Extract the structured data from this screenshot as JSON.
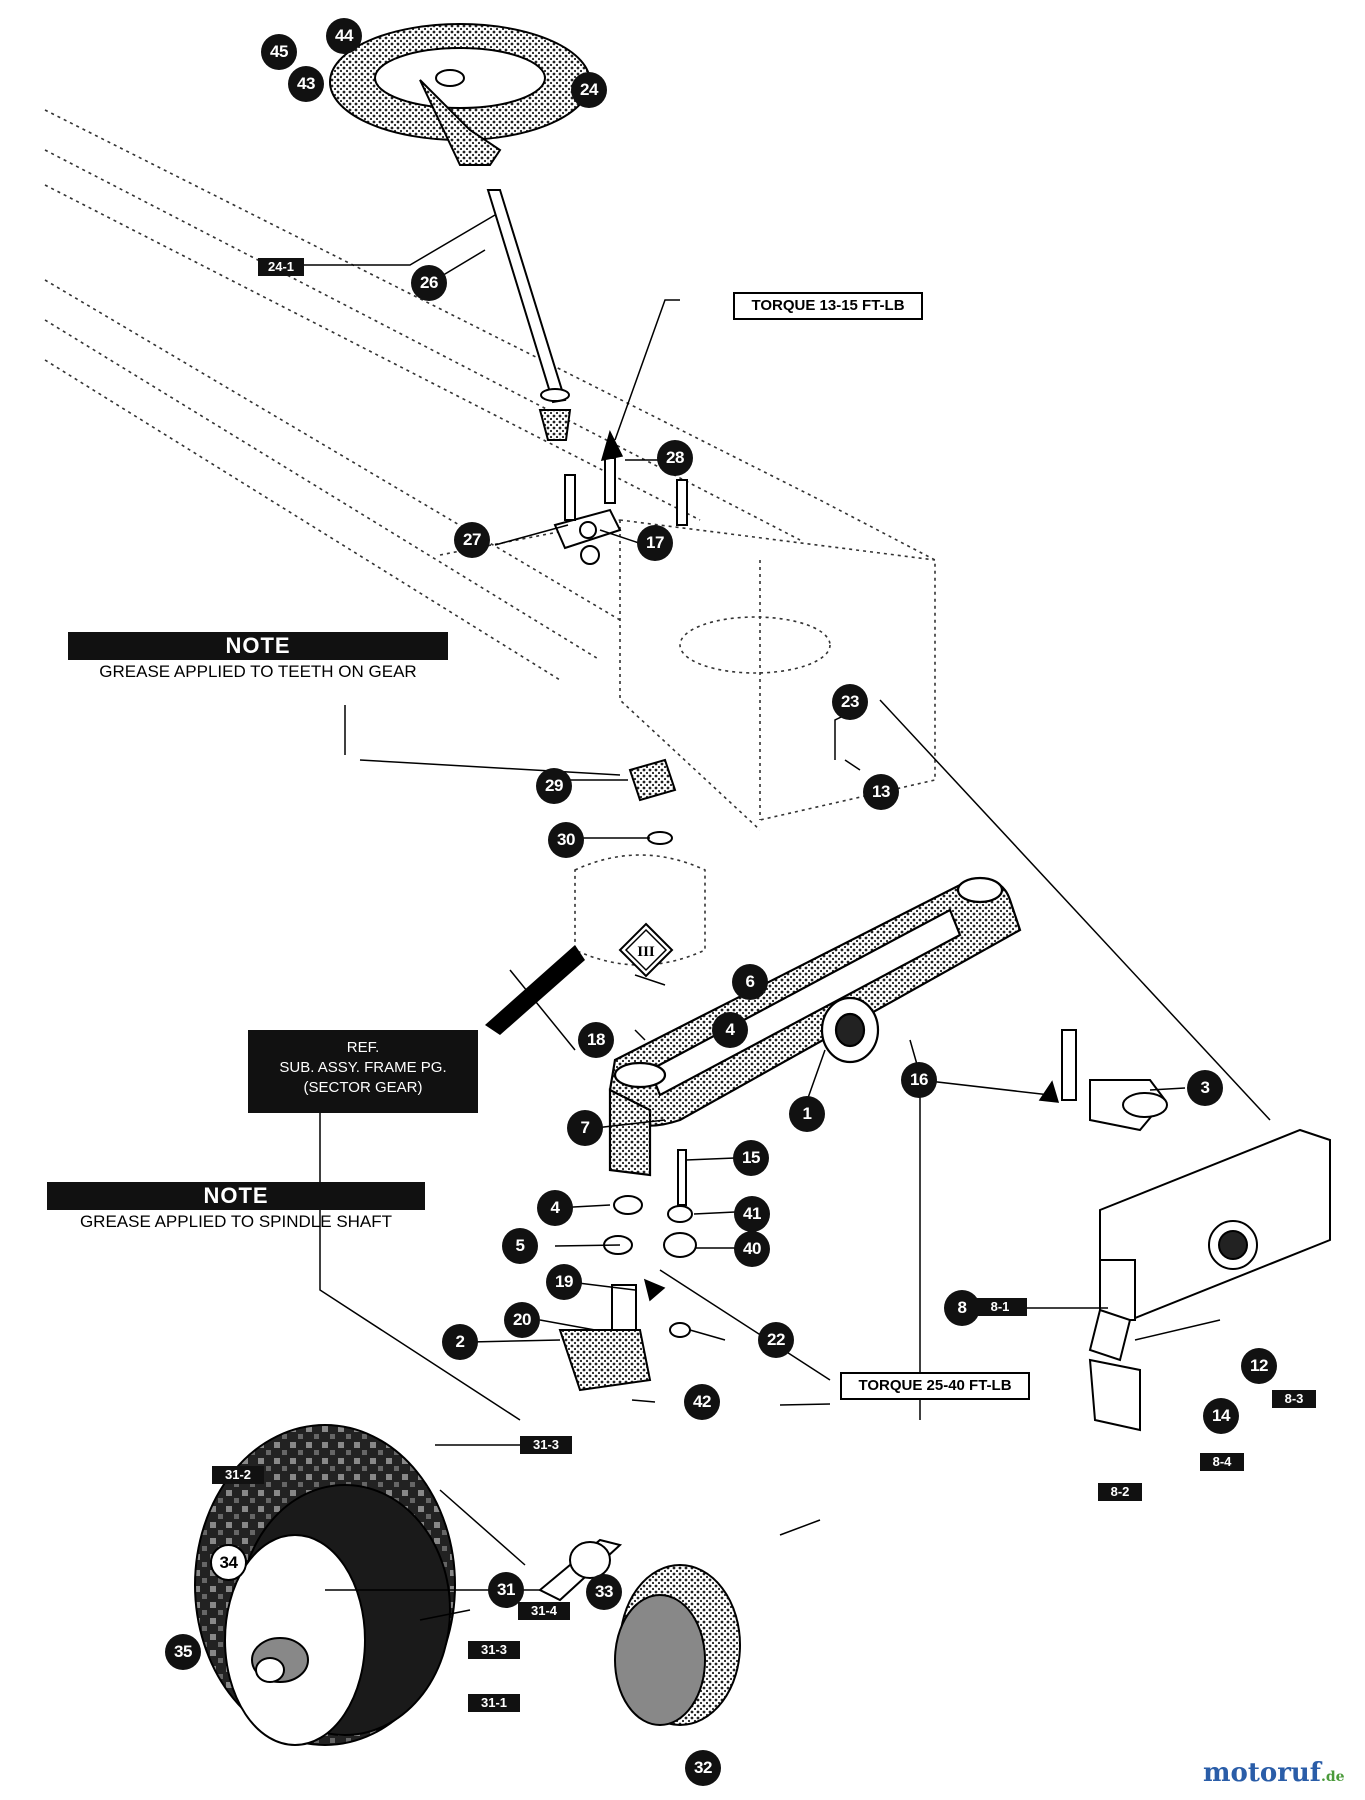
{
  "notes": {
    "gear": {
      "header": "NOTE",
      "text": "GREASE APPLIED TO TEETH ON GEAR"
    },
    "spindle": {
      "header": "NOTE",
      "text": "GREASE APPLIED TO SPINDLE SHAFT"
    }
  },
  "torque": {
    "upper": "TORQUE 13-15 FT-LB",
    "lower": "TORQUE 25-40 FT-LB"
  },
  "reference": {
    "line1": "REF.",
    "line2": "SUB. ASSY. FRAME PG.",
    "line3": "(SECTOR GEAR)"
  },
  "section_marker": "III",
  "callouts": [
    "44",
    "45",
    "43",
    "24",
    "26",
    "28",
    "27",
    "17",
    "29",
    "30",
    "23",
    "13",
    "6",
    "4",
    "18",
    "16",
    "3",
    "1",
    "7",
    "15",
    "4",
    "41",
    "5",
    "40",
    "19",
    "20",
    "22",
    "2",
    "42",
    "8",
    "12",
    "14",
    "31",
    "34",
    "35",
    "33",
    "32"
  ],
  "sub_tags": [
    "24-1",
    "8-1",
    "8-3",
    "8-4",
    "8-2",
    "31-2",
    "31-3",
    "31-4",
    "31-3",
    "31-1"
  ],
  "watermark": {
    "main": "motoruf",
    "suffix": ".de"
  },
  "colors": {
    "ink": "#111111",
    "paper": "#ffffff",
    "watermark_blue": "#2a5da8",
    "watermark_green": "#4a9a3a"
  }
}
